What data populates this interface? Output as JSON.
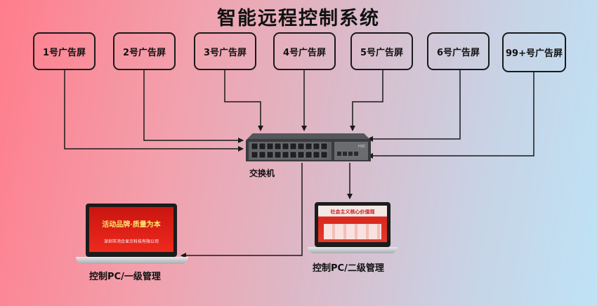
{
  "title": "智能远程控制系统",
  "screens": [
    {
      "label": "1号广告屏"
    },
    {
      "label": "2号广告屏"
    },
    {
      "label": "3号广告屏"
    },
    {
      "label": "4号广告屏"
    },
    {
      "label": "5号广告屏"
    },
    {
      "label": "6号广告屏"
    },
    {
      "label": "99+号广告屏"
    }
  ],
  "switch": {
    "label": "交换机",
    "brand": "H3C"
  },
  "pc1": {
    "label": "控制PC/一级管理",
    "screen_line1": "活动品牌·质量为本",
    "screen_line2": "深圳市鸿合显示科技有限公司"
  },
  "pc2": {
    "label": "控制PC/二级管理",
    "screen_line1": "社会主义核心价值观"
  },
  "colors": {
    "box_border": "#1a1a1a",
    "wire": "#1a1a1a",
    "switch_body": "#3a3b3e",
    "pc1_screen": "#e01a14",
    "pc2_screen": "#d8261c"
  }
}
